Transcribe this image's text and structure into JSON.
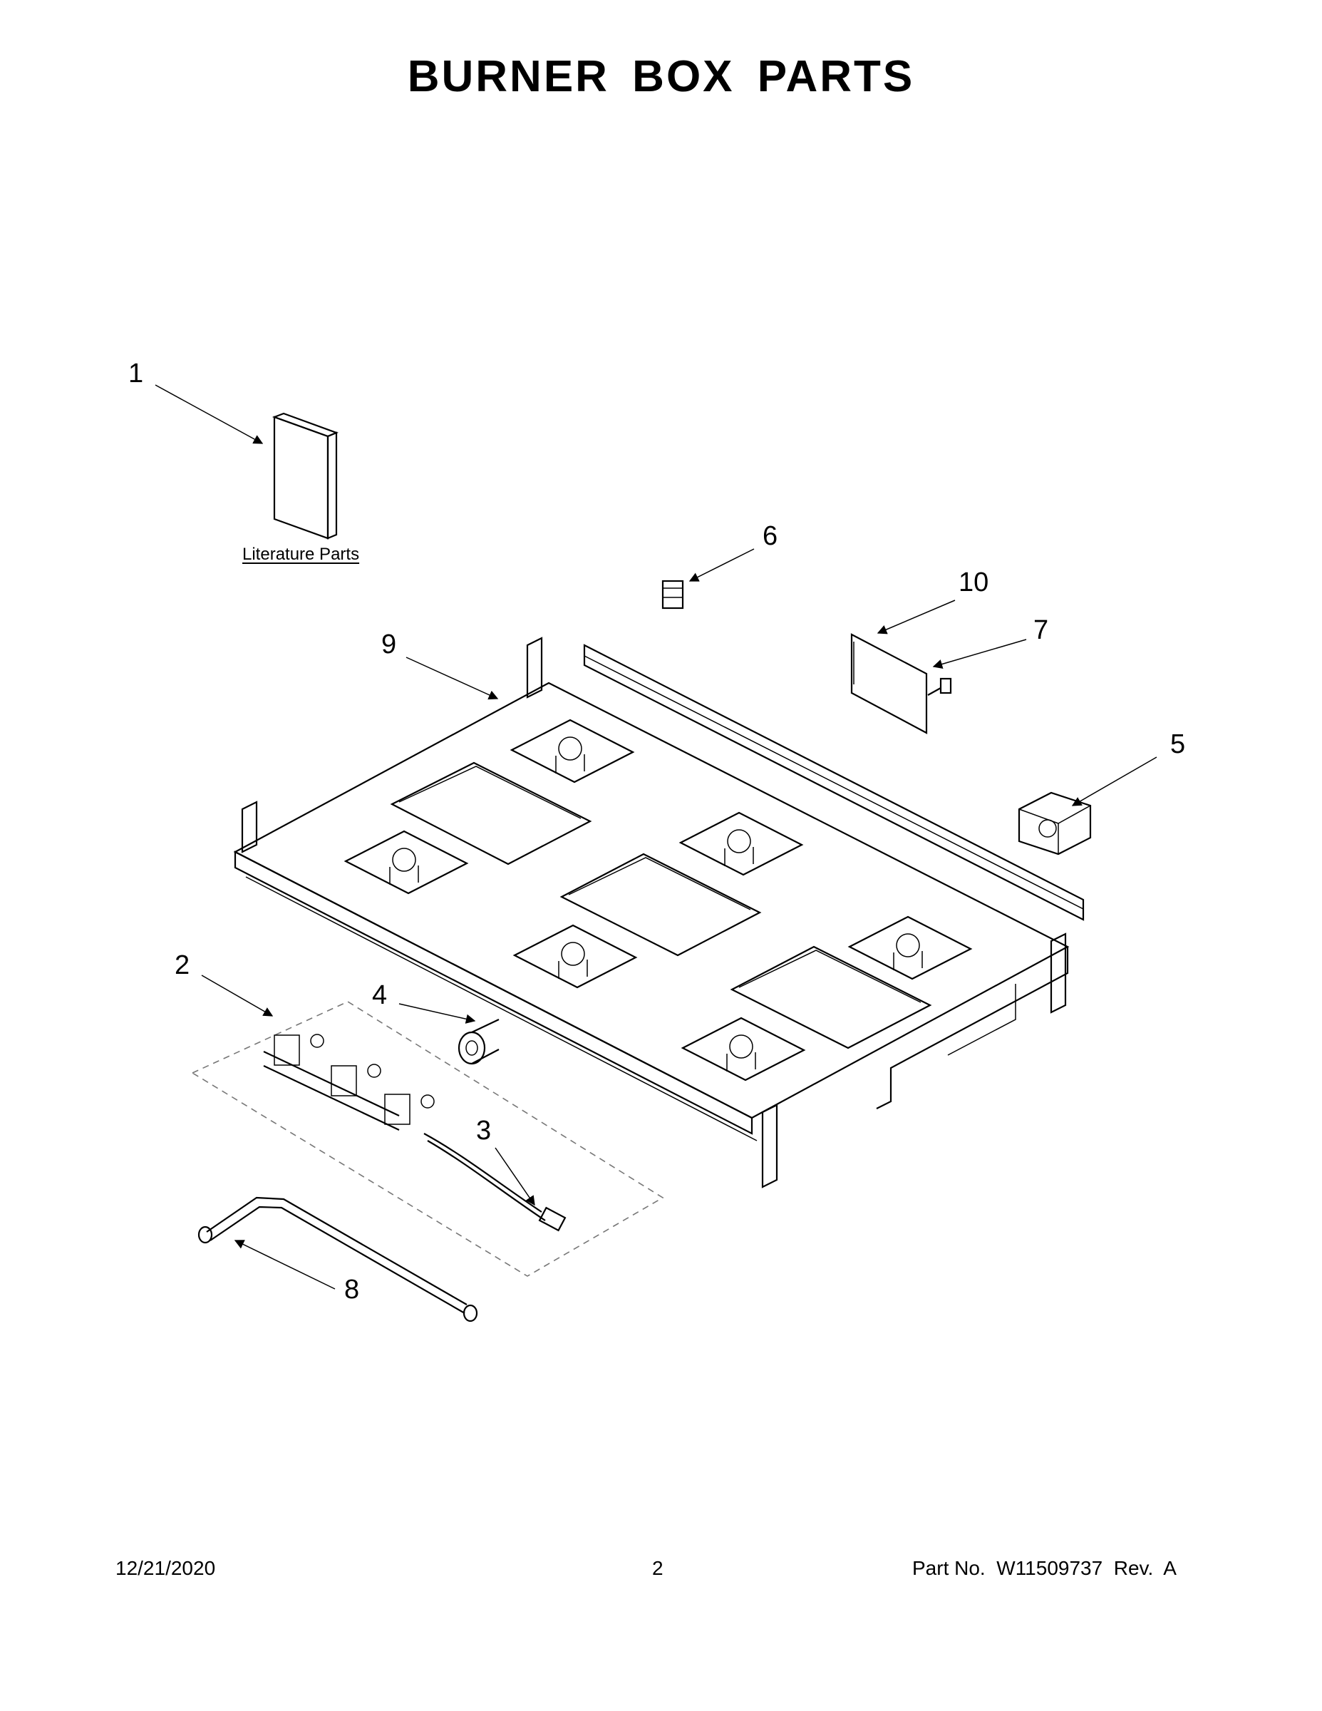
{
  "page": {
    "title": "BURNER BOX PARTS",
    "literature_label": "Literature Parts",
    "footer": {
      "date": "12/21/2020",
      "page_number": "2",
      "part_number": "Part No.  W11509737  Rev.  A"
    }
  },
  "callouts": [
    "1",
    "2",
    "3",
    "4",
    "5",
    "6",
    "7",
    "8",
    "9",
    "10"
  ]
}
